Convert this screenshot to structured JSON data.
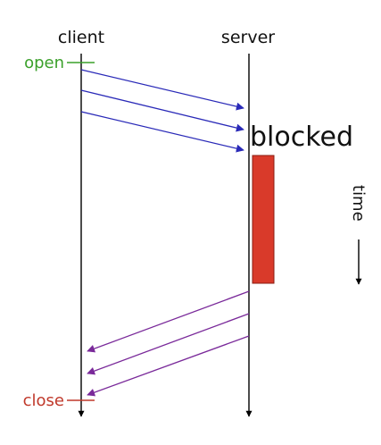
{
  "diagram": {
    "participants": {
      "client": "client",
      "server": "server"
    },
    "events": {
      "open": "open",
      "close": "close"
    },
    "state_label": "blocked",
    "time_axis_label": "time",
    "requests_count": 3,
    "responses_count": 3,
    "colors": {
      "lifeline": "#000000",
      "request_arrow": "#2a2ab8",
      "response_arrow": "#7a2a9a",
      "open": "#3aa02a",
      "close": "#c0392b",
      "blocked_fill": "#d93a2a",
      "blocked_stroke": "#8a1c12"
    }
  }
}
